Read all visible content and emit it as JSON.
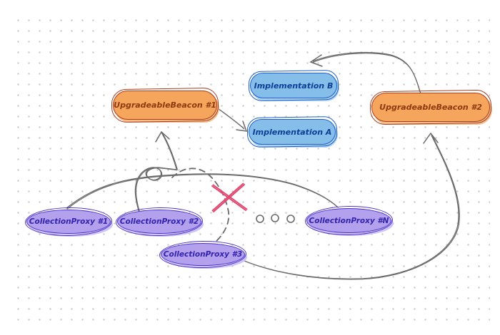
{
  "nodes": {
    "beacon1": {
      "label": "UpgradeableBeacon #1",
      "type": "beacon"
    },
    "beacon2": {
      "label": "UpgradeableBeacon #2",
      "type": "beacon"
    },
    "implB": {
      "label": "Implementation B",
      "type": "implementation"
    },
    "implA": {
      "label": "Implementation A",
      "type": "implementation"
    },
    "proxy1": {
      "label": "CollectionProxy #1",
      "type": "proxy"
    },
    "proxy2": {
      "label": "CollectionProxy #2",
      "type": "proxy"
    },
    "proxy3": {
      "label": "CollectionProxy #3",
      "type": "proxy"
    },
    "proxyN": {
      "label": "CollectionProxy #N",
      "type": "proxy"
    }
  },
  "edges": [
    {
      "from": "CollectionProxy #1",
      "to": "UpgradeableBeacon #1",
      "style": "solid-curve"
    },
    {
      "from": "CollectionProxy #2",
      "to": "UpgradeableBeacon #1",
      "style": "solid-curve-with-loop"
    },
    {
      "from": "CollectionProxy #N",
      "to": "UpgradeableBeacon #1",
      "style": "solid-curve"
    },
    {
      "from": "UpgradeableBeacon #1",
      "to": "Implementation A",
      "style": "solid-arrow"
    },
    {
      "from": "CollectionProxy #3",
      "to": "UpgradeableBeacon #1",
      "style": "dashed-crossed-out"
    },
    {
      "from": "CollectionProxy #3",
      "to": "UpgradeableBeacon #2",
      "style": "solid-arrow"
    },
    {
      "from": "UpgradeableBeacon #2",
      "to": "Implementation B",
      "style": "solid-arrow"
    }
  ],
  "ellipsis": {
    "circle_count": 3,
    "meaning": "more proxies"
  },
  "colors": {
    "beacon_fill": "#f6a55c",
    "beacon_stroke": "#a83c1d",
    "impl_fill": "#85bee9",
    "impl_stroke": "#1d5ec7",
    "proxy_fill": "#b3a1ee",
    "proxy_stroke": "#4a31c9",
    "connector_gray": "#6a6a6a",
    "cross_mark_pink": "#e14b72",
    "dot_grid_gray": "#c6c6c6",
    "background": "#ffffff"
  }
}
